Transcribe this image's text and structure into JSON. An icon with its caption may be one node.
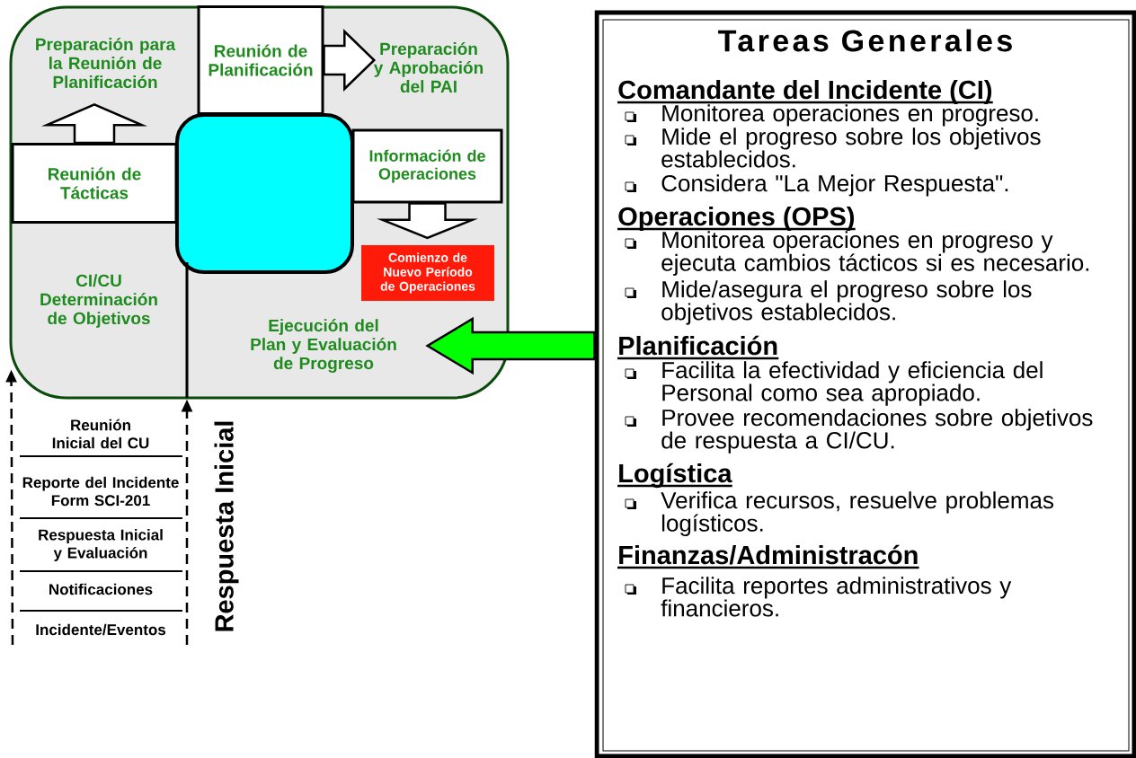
{
  "diagram": {
    "nodes": [
      {
        "text": [],
        "shape": "box"
      },
      {
        "text": [
          "Preparación para la Reunión de Planificación"
        ],
        "in": 0
      },
      {
        "text": [
          "Reunión de Planificación"
        ],
        "in": 0
      },
      {
        "text": [
          "Preparación y Aprobación del PAI"
        ],
        "in": 0
      },
      {
        "text": [
          "Reunión de Tácticas"
        ],
        "in": 0
      },
      {
        "text": [],
        "shape": "box",
        "in": 0
      },
      {
        "text": [
          "Información de Operaciones"
        ],
        "in": 0
      },
      {
        "text": [
          "Comienzo de Nuevo Período de Operaciones"
        ],
        "in": 0
      },
      {
        "text": [
          "CI/CU Determinación de Objetivos"
        ],
        "in": 0
      },
      {
        "text": [
          "Ejecución del Plan y Evaluación de Progreso"
        ],
        "in": 0
      },
      {
        "text": [
          "Tareas Generales",
          "Comandante del Incidente (CI)",
          "Monitorea operaciones en progreso.",
          "Mide el progreso sobre los objetivos establecidos.",
          "Considera \"La Mejor Respuesta\".",
          "Operaciones (OPS)",
          "Monitorea operaciones en progreso y ejecuta cambios tácticos si es necesario.",
          "Mide/asegura el progreso sobre los objetivos establecidos.",
          "Planificación",
          "Facilita la efectividad y eficiencia del Personal como sea apropiado.",
          "Provee recomendaciones sobre objetivos de respuesta a CI/CU.",
          "Logística",
          "Verifica recursos, resuelve problemas logísticos.",
          "Finanzas/Administracón",
          "Facilita reportes administrativos y financieros."
        ]
      }
    ],
    "edges": [
      {
        "from": 4,
        "to": 1,
        "arrow": "to"
      },
      {
        "from": 2,
        "to": 3,
        "arrow": "to"
      },
      {
        "from": 6,
        "to": 7,
        "arrow": "to"
      },
      {
        "from": 10,
        "to": 9,
        "arrow": "to",
        "color": "#00ff00"
      },
      {
        "from": null,
        "to": 0,
        "arrow": "to",
        "style": "dashed"
      },
      {
        "from": null,
        "to": 0,
        "arrow": "to",
        "style": "dashed"
      }
    ],
    "labels": [
      "Reunión Inicial del CU",
      "Reporte del Incidente Form SCI-201",
      "Respuesta Inicial y Evaluación",
      "Notificaciones",
      "Incidente/Eventos",
      "Respuesta Inicial"
    ]
  }
}
